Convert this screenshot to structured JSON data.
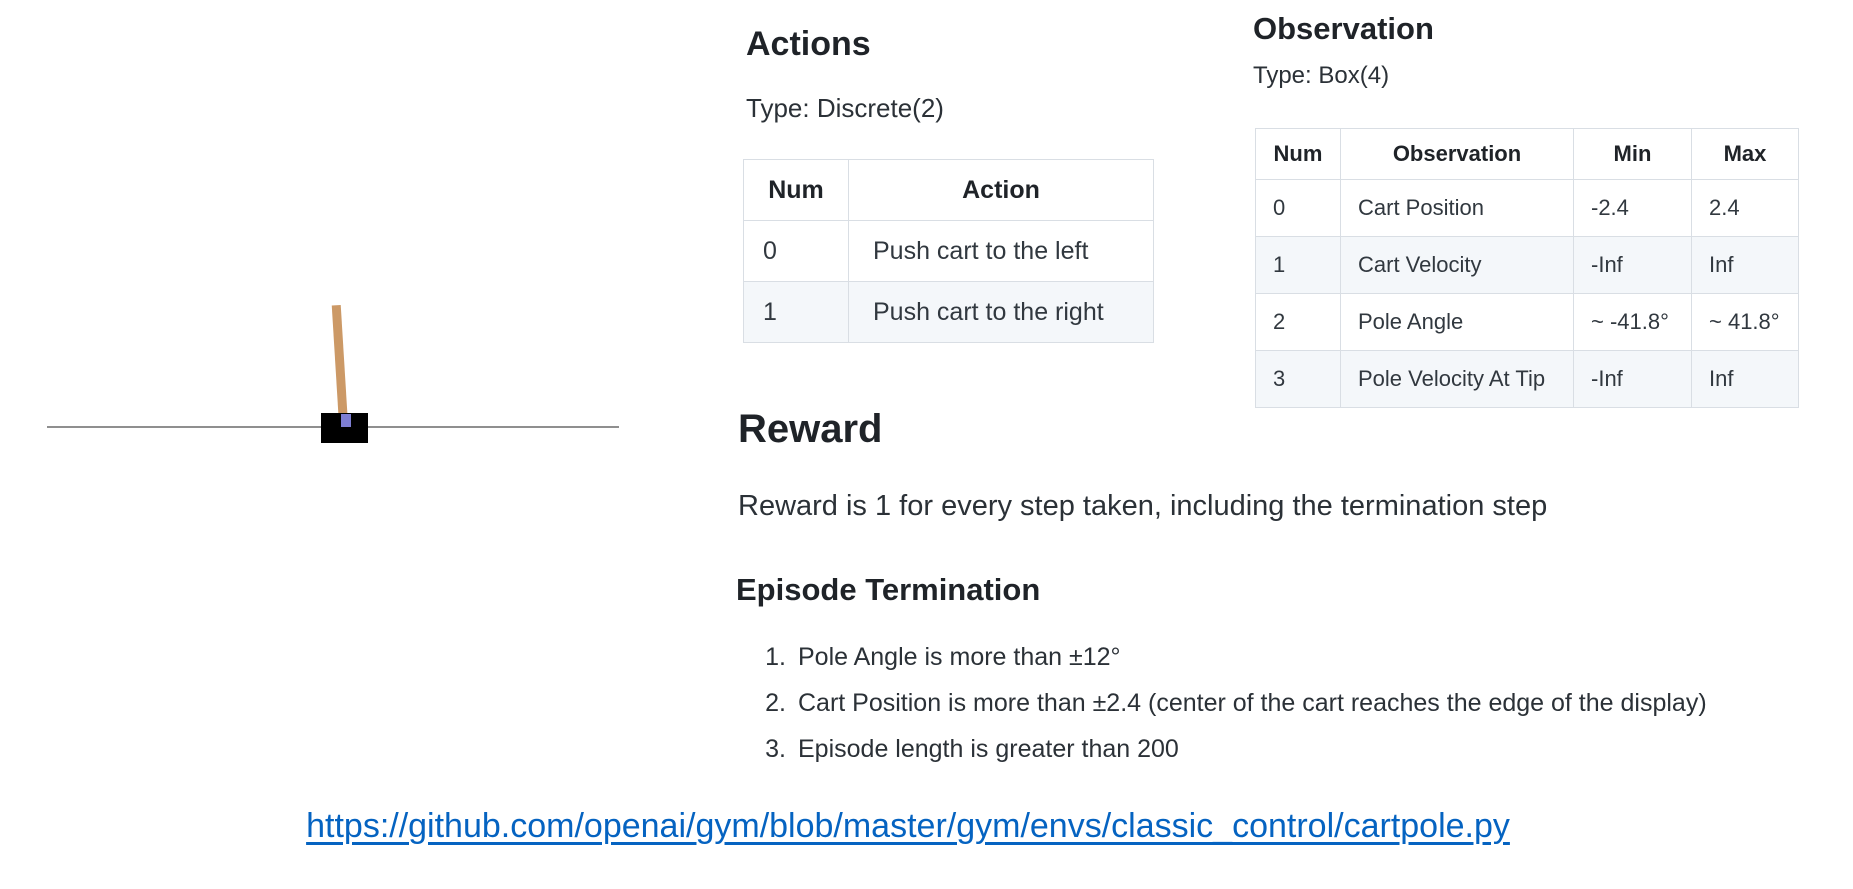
{
  "cartpole_render": {
    "elements": [
      "track",
      "cart",
      "pole",
      "axle"
    ],
    "colors": {
      "pole": "#cc9966",
      "axle": "#7e7ed2",
      "cart": "#000000",
      "track": "#8f8f8f"
    }
  },
  "actions": {
    "heading": "Actions",
    "type_label": "Type: Discrete(2)",
    "table": {
      "headers": [
        "Num",
        "Action"
      ],
      "rows": [
        [
          "0",
          "Push cart to the left"
        ],
        [
          "1",
          "Push cart to the right"
        ]
      ]
    }
  },
  "observation": {
    "heading": "Observation",
    "type_label": "Type: Box(4)",
    "table": {
      "headers": [
        "Num",
        "Observation",
        "Min",
        "Max"
      ],
      "rows": [
        [
          "0",
          "Cart Position",
          "-2.4",
          "2.4"
        ],
        [
          "1",
          "Cart Velocity",
          "-Inf",
          "Inf"
        ],
        [
          "2",
          "Pole Angle",
          "~ -41.8°",
          "~ 41.8°"
        ],
        [
          "3",
          "Pole Velocity At Tip",
          "-Inf",
          "Inf"
        ]
      ]
    }
  },
  "reward": {
    "heading": "Reward",
    "text": "Reward is 1 for every step taken, including the termination step"
  },
  "episode_termination": {
    "heading": "Episode Termination",
    "items": [
      {
        "num": "1.",
        "text": "Pole Angle is more than ±12°"
      },
      {
        "num": "2.",
        "text": "Cart Position is more than ±2.4 (center of the cart reaches the edge of the display)"
      },
      {
        "num": "3.",
        "text": "Episode length is greater than 200"
      }
    ]
  },
  "link": {
    "text": "https://github.com/openai/gym/blob/master/gym/envs/classic_control/cartpole.py",
    "color": "#0563c1"
  }
}
